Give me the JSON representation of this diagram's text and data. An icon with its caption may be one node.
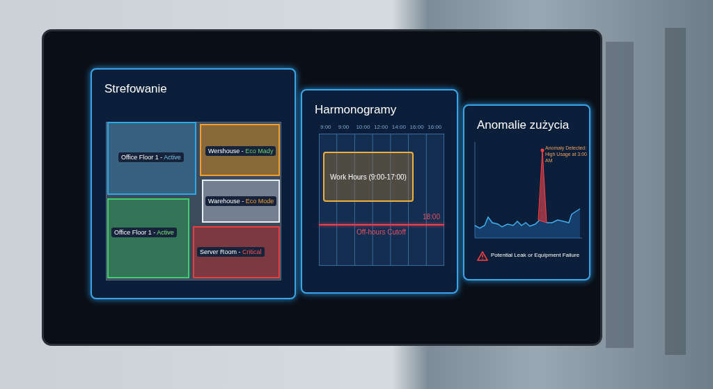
{
  "diagram": {
    "nodes": [
      {
        "text": [
          "Strefowanie"
        ]
      },
      {
        "text": [
          "Office Floor 1 - Active"
        ],
        "in": 0
      },
      {
        "text": [
          "Wershouse - Eco Mady"
        ],
        "in": 0
      },
      {
        "text": [
          "Office Floor 1 - Active"
        ],
        "in": 0
      },
      {
        "text": [
          "Warehouse - Eco Mode"
        ],
        "in": 0
      },
      {
        "text": [
          "Server Room - Critical"
        ],
        "in": 0
      },
      {
        "text": [
          "Harmonogramy"
        ]
      },
      {
        "text": [
          "Work Hours (9:00-17:00)"
        ],
        "in": 6
      },
      {
        "text": [
          "Anomalie zużycia"
        ]
      }
    ],
    "labels": [
      "9:00",
      "9:00",
      "10:00",
      "12:00",
      "14:00",
      "16:00",
      "16:00",
      "18:00",
      "Off-hours Cutoff",
      "Anomaly Detected: High Usage at 3:00 AM",
      "Potential Leak or Equipment Failure"
    ]
  }
}
